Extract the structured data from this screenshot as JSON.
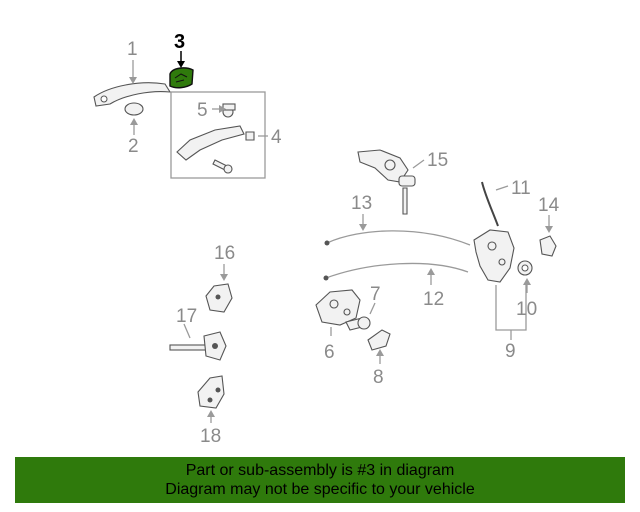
{
  "callouts": {
    "c1": "1",
    "c2": "2",
    "c3": "3",
    "c4": "4",
    "c5": "5",
    "c6": "6",
    "c7": "7",
    "c8": "8",
    "c9": "9",
    "c10": "10",
    "c11": "11",
    "c12": "12",
    "c13": "13",
    "c14": "14",
    "c15": "15",
    "c16": "16",
    "c17": "17",
    "c18": "18"
  },
  "highlighted_callout": "3",
  "colors": {
    "highlight_part": "#2f7a0c",
    "banner": "#2f7a0c",
    "callout_text": "#8a8a8a"
  },
  "banner": {
    "line1": "Part or sub-assembly is #3 in diagram",
    "line2": "Diagram may not be specific to your vehicle"
  }
}
